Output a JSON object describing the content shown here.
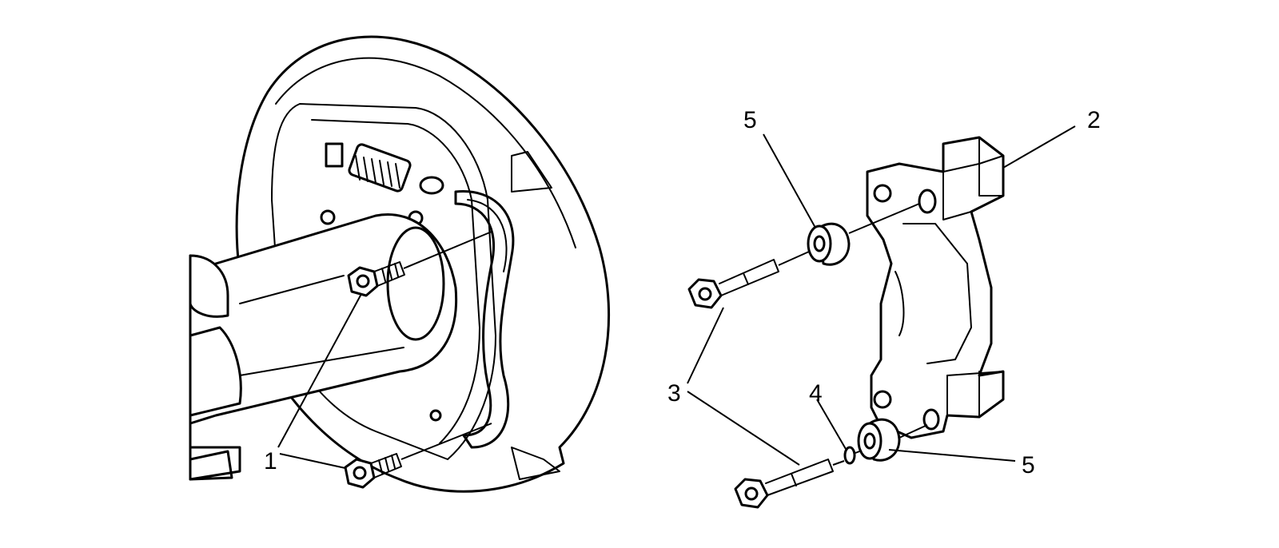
{
  "callouts": {
    "c1": "1",
    "c2": "2",
    "c3": "3",
    "c4": "4",
    "c5_top": "5",
    "c5_bottom": "5"
  },
  "colors": {
    "line": "#000000",
    "background": "#ffffff"
  }
}
